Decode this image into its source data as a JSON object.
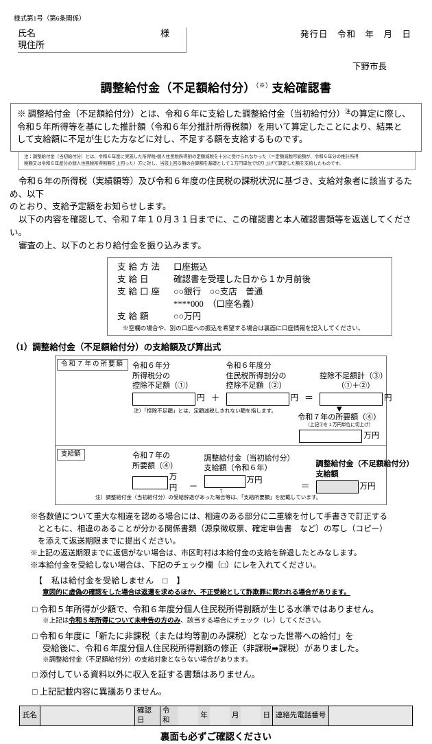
{
  "header": {
    "form_number": "様式第1号（第6条関係）",
    "name_label": "氏名",
    "name_suffix": "様",
    "address_label": "現住所",
    "issue_date": "発行日　令和　年　月　日",
    "mayor": "下野市長"
  },
  "title": {
    "main": "調整給付金（不足額給付分）",
    "sup": "（※）",
    "tail": "支給確認書"
  },
  "notebox": {
    "line1": "※ 調整給付金（不足額給付分）とは、令和６年に支給した調整給付金（当初給付分）",
    "line1_sup": "注",
    "line1_end": "の算定に際し、",
    "line2": "令和５年所得等を基にした推計額（令和６年分推計所得税額）を用いて算定したことにより、結果と",
    "line3": "して支給額に不足が生じた方などに対し、不足する額を支給するものです。"
  },
  "footnote": {
    "line1": "注：調整給付金（当初給付分）とは、令和６年度に実施した所得税・個人住民税所得割の定額減税を十分に受けられなかった（＝定額減税可能額が、令和６年分の推計所得",
    "line2": "税額又は令和６年度分の個人住民税所得割額を上回った）方に対し、当該上回る額の合算額を基礎として１万円単位で切り上げて算定した額を支給したものです。"
  },
  "body": {
    "p1a": "令和６年の所得税（実績額等）及び令和６年度の住民税の課税状況に基づき、支給対象者に該当するため、以下",
    "p1b": "のとおり、支給予定額をお知らせします。",
    "p2": "以下の内容を確認して、令和７年１０月３１日までに、この確認書と本人確認書類等を返送してください。",
    "p3": "審査の上、以下のとおり給付金を振り込みます。"
  },
  "payment": {
    "rows": [
      {
        "label": "支給方法",
        "value": "口座振込"
      },
      {
        "label": "支給日",
        "value": "確認書を受理した日から１か月前後"
      },
      {
        "label": "支給口座",
        "value": "○○銀行　○○支店　普通"
      },
      {
        "label": "",
        "value": "****000　（口座名義）"
      },
      {
        "label": "支給額",
        "value": "○○万円"
      }
    ],
    "note": "※空欄の場合や、別の口座への振込を希望する場合は裏面に口座情報を記入してください。"
  },
  "section1": {
    "heading": "（1）調整給付金（不足額給付分）の支給額及び算出式",
    "table1": {
      "tag": "令和７年の所要額",
      "col1": {
        "l1": "令和６年分",
        "l2": "所得税分の",
        "l3": "控除不足額（①）",
        "unit": "円"
      },
      "op1": "＋",
      "col2": {
        "l1": "令和６年度分",
        "l2": "住民税所得割分の",
        "l3": "控除不足額（②）",
        "unit": "円"
      },
      "op2": "＝",
      "col3": {
        "l1": "控除不足額計（③）",
        "l2": "（①＋②）",
        "unit": "円"
      },
      "note": "注）「控除不足額」とは、定額減税しきれない額を指します。",
      "arrow": "▼",
      "result": {
        "l1": "令和７年の所要額（④）",
        "tiny": "（上記③を１万円単位に切上げ）",
        "unit": "万円"
      }
    },
    "table2": {
      "tag": "支給額",
      "col1": {
        "l1": "令和７年の",
        "l2": "所要額（④）",
        "unit": "万円"
      },
      "op1": "－",
      "col2": {
        "l1": "調整給付金（当初給付分）",
        "l2": "支給額（令和６年）",
        "unit": "万円"
      },
      "op2": "＝",
      "col3": {
        "l1": "調整給付金（不足額給付分）",
        "l2": "支給額",
        "unit": "万円"
      },
      "uparrow": "↑",
      "note": "注）調整給付金（当初給付分）の受給辞退があった場合等は、「支給所要額」を記載しています。"
    }
  },
  "bullets": {
    "b1_l1": "※各数値について重大な相違を認める場合には、相違のある部分に二重線を付して手書きで訂正する",
    "b1_l2": "とともに、相違のあることが分かる関係書類（源泉徴収票、確定申告書　など）の写し（コピー）",
    "b1_l3": "を添えて返送期限までに提出ください。",
    "b2": "※上記の返送期限までに返信がない場合は、市区町村は本給付金の支給を辞退したとみなします。",
    "b3": "※本給付金を受給しない場合は、下記のチェック欄（□）にレを入れてください。"
  },
  "declaration": {
    "text": "【　私は給付金を受給しません　□　】",
    "warning": "意図的に虚偽の確認をした場合は返還を求めるほか、不正受給として詐欺罪に問われる場合があります。"
  },
  "checkboxes": [
    {
      "line1": "□ 令和５年所得が少額で、令和６年度分個人住民税所得割額が生じる水準ではありません。",
      "sub": "※上記は令和５年所得について未申告の方のみ、該当する場合にチェック（レ）してください。",
      "sub_pre": "※上記は",
      "sub_u": "令和５年所得について未申告の方のみ",
      "sub_post": "、該当する場合にチェック（レ）してください。"
    },
    {
      "line1": "□ 令和６年度に「新たに非課税（または均等割のみ課税）となった世帯への給付」を",
      "line2": "受給後に、令和６年度分個人住民税所得割額の修正（非課税➡課税）がありました。",
      "sub": "※調整給付金（不足額給付分）の支給対象とならない場合があります。"
    },
    {
      "line1": "□ 添付している資料以外に収入を証する書類はありません。"
    },
    {
      "line1": "□ 上記記載内容に異議ありません。"
    }
  ],
  "bottom_table": {
    "name_label": "氏名",
    "date_label": "確認日",
    "era": "令和",
    "year": "年",
    "month": "月",
    "day": "日",
    "phone_label": "連絡先電話番号"
  },
  "footer_message": "裏面も必ずご確認ください"
}
